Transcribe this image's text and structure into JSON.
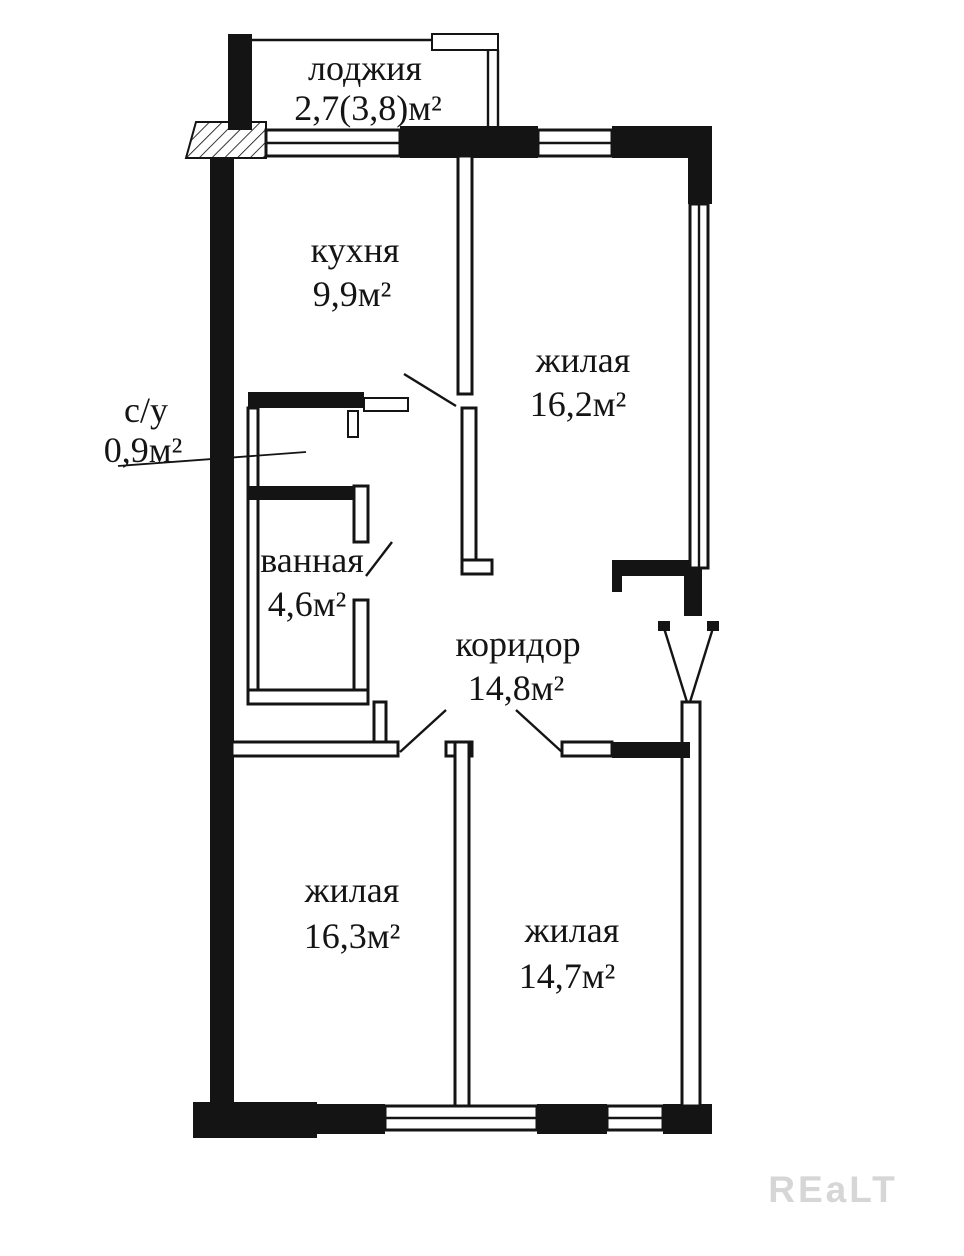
{
  "page": {
    "background": "#ffffff"
  },
  "plan": {
    "wall_color": "#141414",
    "rooms": [
      {
        "id": "loggia",
        "label": "лоджия",
        "area": "2,7(3,8)м²"
      },
      {
        "id": "kitchen",
        "label": "кухня",
        "area": "9,9м²"
      },
      {
        "id": "living-top",
        "label": "жилая",
        "area": "16,2м²"
      },
      {
        "id": "wc",
        "label": "с/у",
        "area": "0,9м²"
      },
      {
        "id": "bathroom",
        "label": "ванная",
        "area": "4,6м²"
      },
      {
        "id": "corridor",
        "label": "коридор",
        "area": "14,8м²"
      },
      {
        "id": "living-bottom-left",
        "label": "жилая",
        "area": "16,3м²"
      },
      {
        "id": "living-bottom-right",
        "label": "жилая",
        "area": "14,7м²"
      }
    ],
    "watermark": "REaLT"
  }
}
